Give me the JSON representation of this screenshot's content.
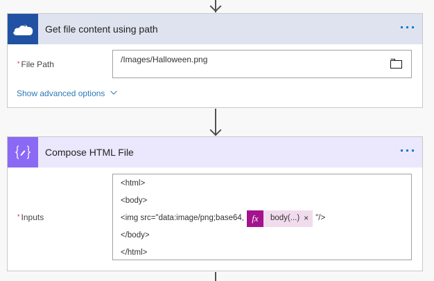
{
  "colors": {
    "onedrive_header_bg": "#dfe3ef",
    "onedrive_icon_bg": "#2151a3",
    "compose_header_bg": "#ebe7fc",
    "compose_icon_bg": "#8a69f5",
    "link_blue": "#2a7ab8",
    "required_red": "#d9232e",
    "token_fx_bg": "#a4128d",
    "token_bg": "#f1dcee",
    "more_dots": "#0078d4"
  },
  "card1": {
    "title": "Get file content using path",
    "icon": "onedrive-cloud-icon",
    "more_icon": "ellipsis-icon",
    "field": {
      "required_mark": "*",
      "label": "File Path",
      "value": "/Images/Halloween.png",
      "picker_icon": "folder-icon"
    },
    "advanced_link": "Show advanced options",
    "advanced_icon": "chevron-down-icon"
  },
  "card2": {
    "title": "Compose HTML File",
    "icon": "compose-braces-icon",
    "more_icon": "ellipsis-icon",
    "field": {
      "required_mark": "*",
      "label": "Inputs",
      "lines": [
        "<html>",
        "<body>",
        "<img src=\"data:image/png;base64,",
        "</body>",
        "</html>"
      ],
      "token": {
        "fx": "fx",
        "label": "body(...)",
        "close": "×"
      },
      "line3_suffix": "\"/>"
    }
  }
}
